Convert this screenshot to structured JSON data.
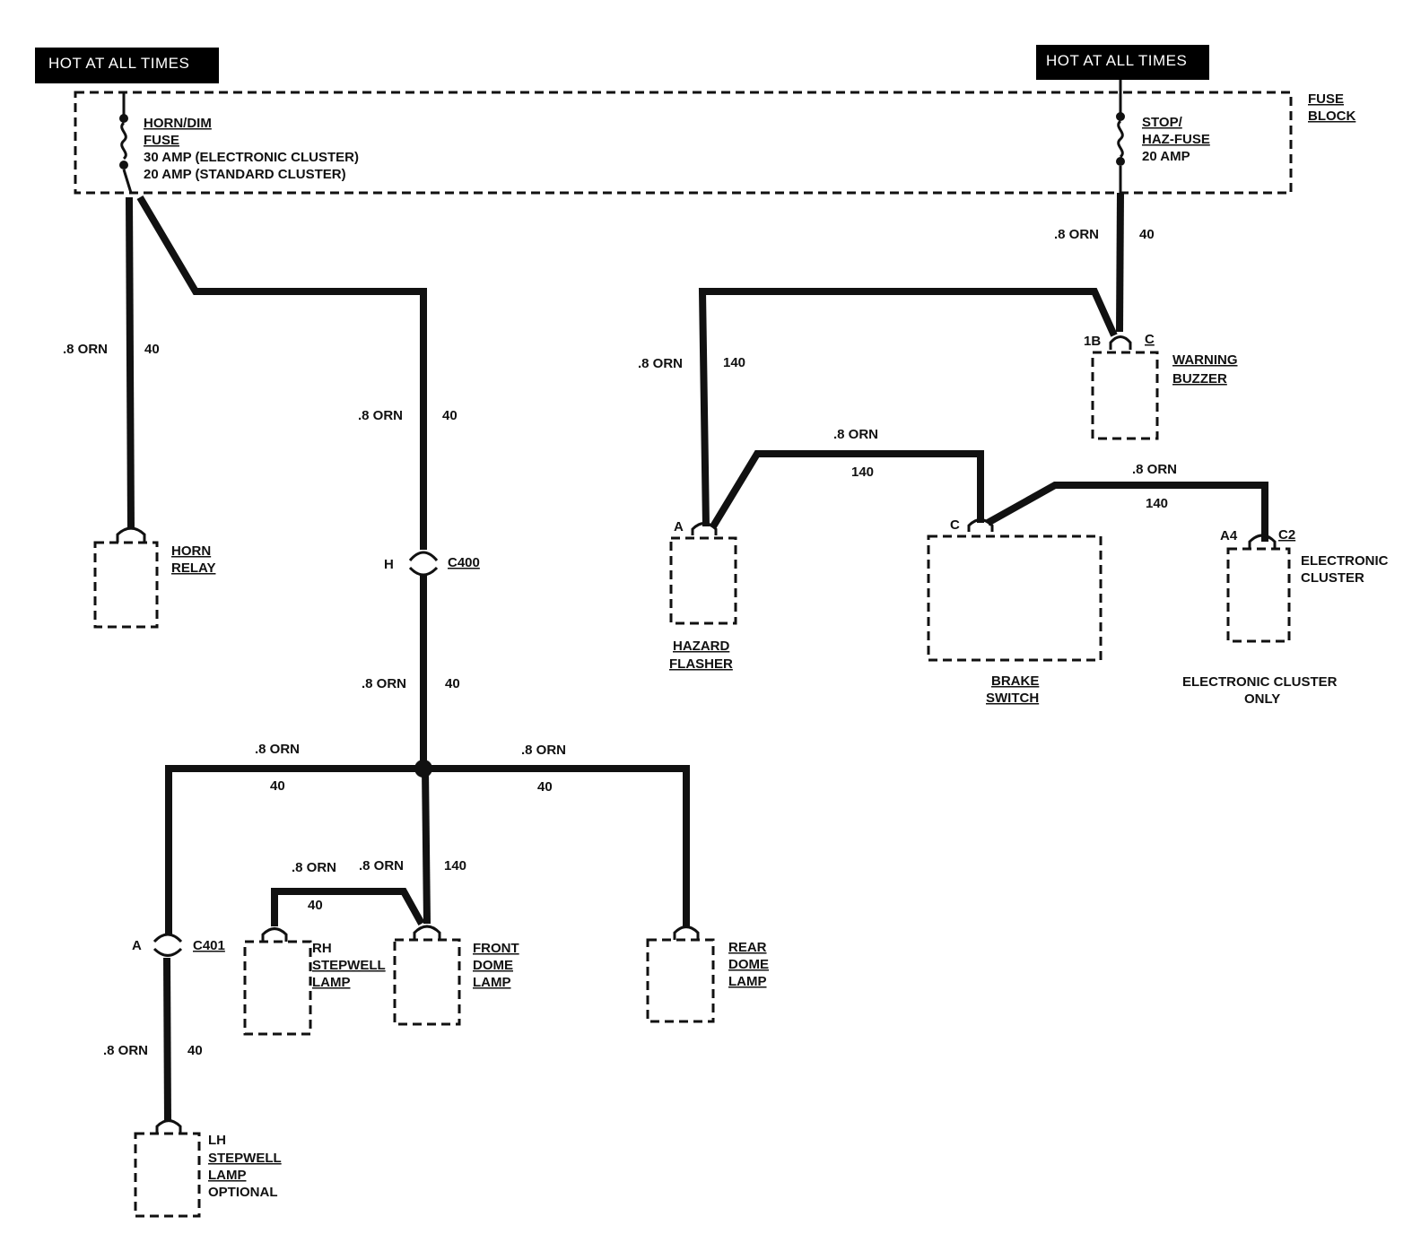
{
  "hot_left": "HOT AT ALL TIMES",
  "hot_right": "HOT AT ALL TIMES",
  "fuse_block": [
    "FUSE",
    "BLOCK"
  ],
  "horn_fuse": [
    "HORN/DIM",
    "FUSE",
    "30 AMP (ELECTRONIC CLUSTER)",
    "20 AMP (STANDARD CLUSTER)"
  ],
  "stop_fuse": [
    "STOP/",
    "HAZ-FUSE",
    "20 AMP"
  ],
  "wire_color": ".8 ORN",
  "circuit_40": "40",
  "circuit_140": "140",
  "horn_relay": [
    "HORN",
    "RELAY"
  ],
  "c400": {
    "pin": "H",
    "name": "C400"
  },
  "c401": {
    "pin": "A",
    "name": "C401"
  },
  "rh_stepwell": [
    "RH",
    "STEPWELL",
    "LAMP"
  ],
  "front_dome": [
    "FRONT",
    "DOME",
    "LAMP"
  ],
  "rear_dome": [
    "REAR",
    "DOME",
    "LAMP"
  ],
  "lh_stepwell": [
    "LH",
    "STEPWELL",
    "LAMP",
    "OPTIONAL"
  ],
  "warning_buzzer": [
    "WARNING",
    "BUZZER"
  ],
  "buzzer_pins": [
    "1B",
    "C"
  ],
  "hazard_flasher": [
    "HAZARD",
    "FLASHER"
  ],
  "hazard_pin": "A",
  "brake_switch": [
    "BRAKE",
    "SWITCH"
  ],
  "brake_pin": "C",
  "electronic_cluster": [
    "ELECTRONIC",
    "CLUSTER"
  ],
  "cluster_pins": [
    "A4",
    "C2"
  ],
  "cluster_note": [
    "ELECTRONIC CLUSTER",
    "ONLY"
  ]
}
